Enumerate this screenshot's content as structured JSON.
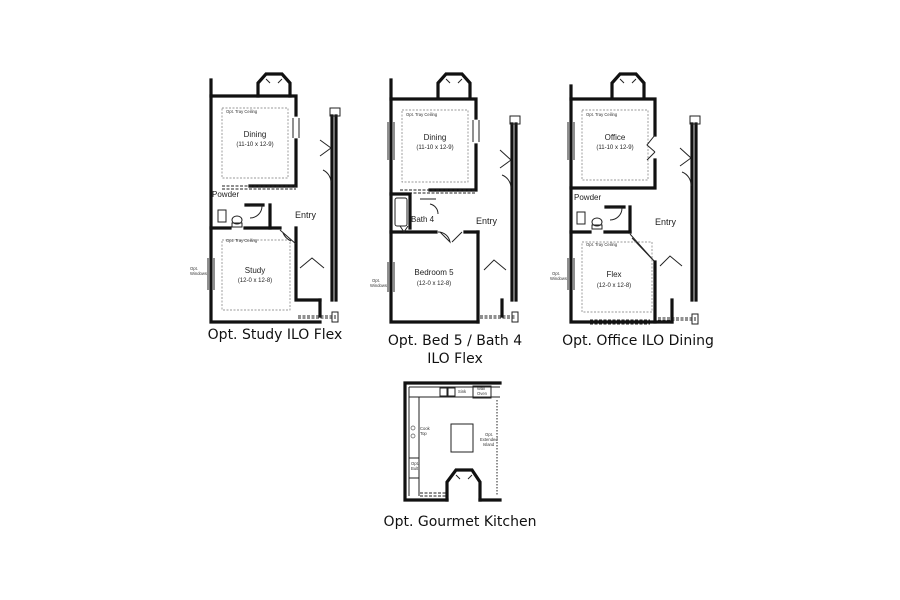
{
  "plans": [
    {
      "caption_lines": [
        "Opt. Study ILO Flex"
      ],
      "rooms": {
        "top": {
          "name": "Dining",
          "dims": "(11-10 x 12-9)",
          "tray": "Opt. Tray Ceiling"
        },
        "bottom": {
          "name": "Study",
          "dims": "(12-0 x 12-8)",
          "tray": "Opt. Tray Ceiling"
        },
        "powder": "Powder",
        "entry": "Entry",
        "windows": [
          "Opt.",
          "Windows"
        ]
      }
    },
    {
      "caption_lines": [
        "Opt. Bed 5 / Bath 4",
        "ILO Flex"
      ],
      "rooms": {
        "top": {
          "name": "Dining",
          "dims": "(11-10 x 12-9)",
          "tray": "Opt. Tray Ceiling"
        },
        "bottom": {
          "name": "Bedroom 5",
          "dims": "(12-0 x 12-8)"
        },
        "bath": "Bath 4",
        "entry": "Entry",
        "windows": [
          "Opt.",
          "Windows"
        ]
      }
    },
    {
      "caption_lines": [
        "Opt. Office ILO Dining"
      ],
      "rooms": {
        "top": {
          "name": "Office",
          "dims": "(11-10 x 12-9)",
          "tray": "Opt. Tray Ceiling"
        },
        "bottom": {
          "name": "Flex",
          "dims": "(12-0 x 12-8)",
          "tray": "Opt. Tray Ceiling"
        },
        "powder": "Powder",
        "entry": "Entry",
        "windows": [
          "Opt.",
          "Windows"
        ]
      }
    },
    {
      "caption_lines": [
        "Opt. Gourmet Kitchen"
      ],
      "labels": {
        "sink": "Sink",
        "wall_oven": [
          "Wall",
          "Oven"
        ],
        "cooktop": [
          "Cook",
          "Top"
        ],
        "island": [
          "Opt.",
          "Extended",
          "Island"
        ],
        "opt_built": [
          "Opt.",
          "Bult"
        ]
      }
    }
  ]
}
